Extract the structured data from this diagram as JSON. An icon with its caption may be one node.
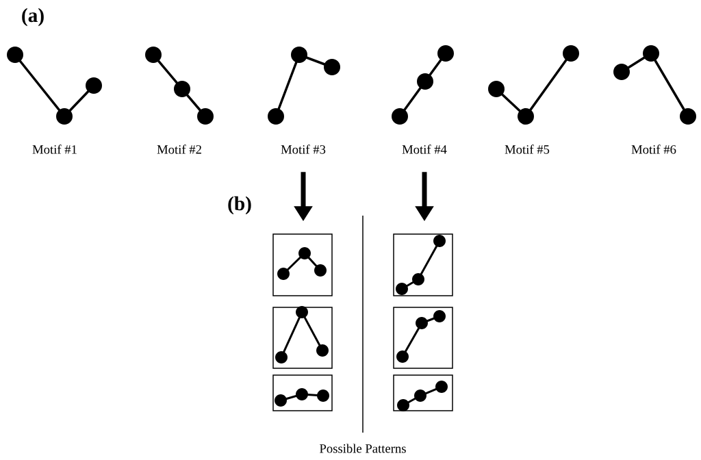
{
  "diagram": {
    "nodes": [
      {
        "text": [
          "Motif #1"
        ]
      },
      {
        "text": [
          "Motif #2"
        ]
      },
      {
        "text": [
          "Motif #3"
        ]
      },
      {
        "text": [
          "Motif #4"
        ]
      },
      {
        "text": [
          "Motif #5"
        ]
      },
      {
        "text": [
          "Motif #6"
        ]
      },
      {
        "text": [],
        "shape": "box"
      },
      {
        "text": [],
        "shape": "box"
      },
      {
        "text": [],
        "shape": "box"
      },
      {
        "text": [],
        "shape": "box"
      },
      {
        "text": [],
        "shape": "box"
      },
      {
        "text": [],
        "shape": "box"
      }
    ],
    "edges": [
      {
        "from": 2,
        "to": 6,
        "arrow": "to"
      },
      {
        "from": 3,
        "to": 9,
        "arrow": "to"
      }
    ],
    "labels": [
      "(a)",
      "(b)",
      "Possible Patterns"
    ]
  }
}
